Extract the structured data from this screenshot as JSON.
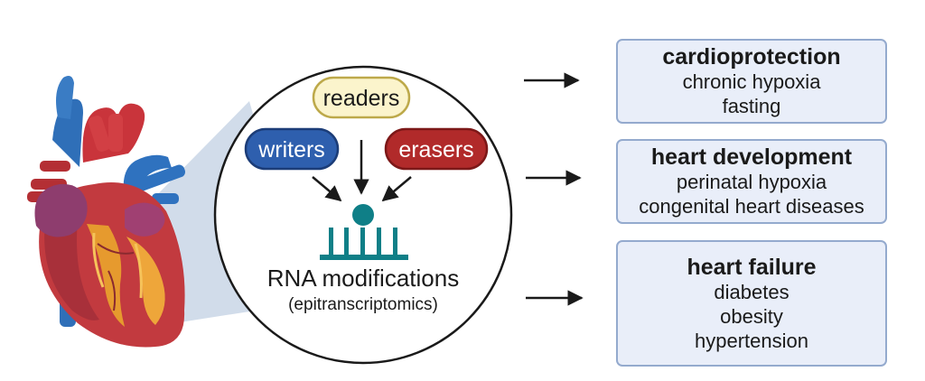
{
  "diagram": {
    "center": {
      "readers_label": "readers",
      "writers_label": "writers",
      "erasers_label": "erasers",
      "title": "RNA modifications",
      "subtitle": "(epitranscriptomics)"
    },
    "outcomes": [
      {
        "title": "cardioprotection",
        "items": [
          "chronic hypoxia",
          "fasting"
        ]
      },
      {
        "title": "heart development",
        "items": [
          "perinatal hypoxia",
          "congenital heart diseases"
        ]
      },
      {
        "title": "heart failure",
        "items": [
          "diabetes",
          "obesity",
          "hypertension"
        ]
      }
    ],
    "colors": {
      "readers_fill": "#fbf4cc",
      "readers_stroke": "#bda94a",
      "writers_fill": "#2e5fae",
      "writers_stroke": "#1c3d78",
      "erasers_fill": "#b12a2a",
      "erasers_stroke": "#7c1818",
      "rna_teal": "#0f7f87",
      "box_fill": "#e9eef9",
      "box_stroke": "#94aace",
      "zoom_cone": "#c9d6e6"
    }
  }
}
